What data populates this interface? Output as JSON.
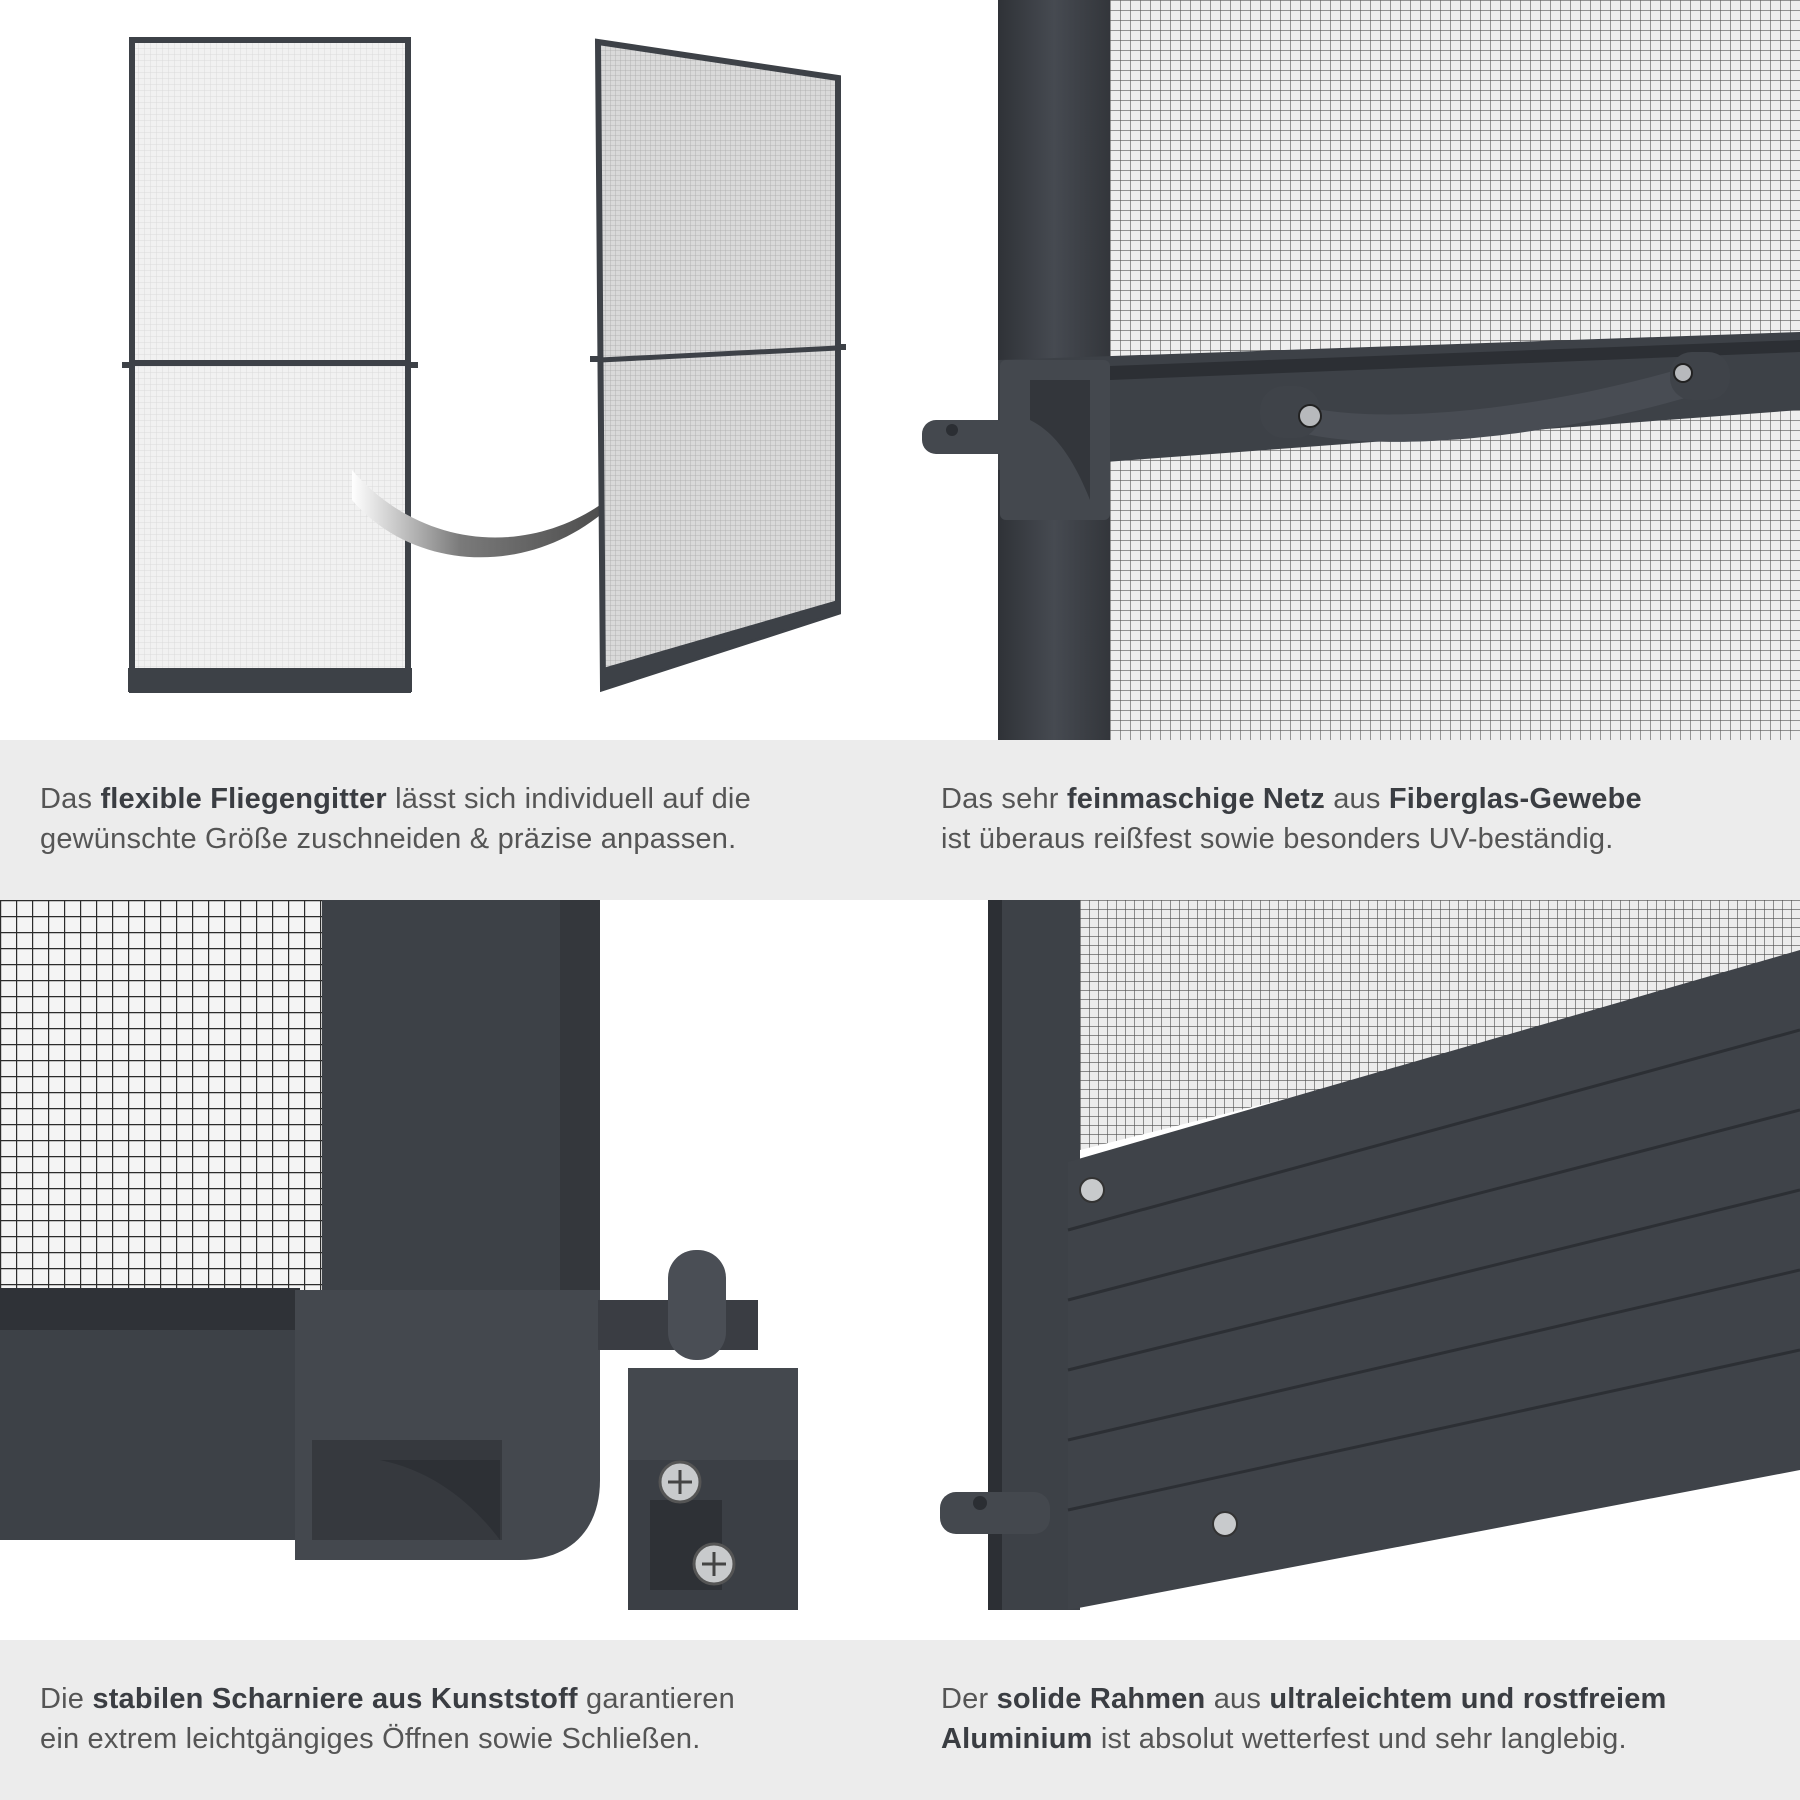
{
  "colors": {
    "frame": "#3d4147",
    "frame_dark": "#2f3237",
    "mesh": "#bfc2c6",
    "caption_band": "#ececec",
    "caption_text": "#555555",
    "caption_bold": "#3a3d42"
  },
  "captions": [
    {
      "id": "mesh-cut",
      "lines": [
        [
          {
            "t": "Das ",
            "b": false
          },
          {
            "t": "flexible Fliegengitter",
            "b": true
          },
          {
            "t": " lässt sich individuell auf die",
            "b": false
          }
        ],
        [
          {
            "t": "gewünschte Größe zuschneiden & präzise anpassen.",
            "b": false
          }
        ]
      ]
    },
    {
      "id": "fine-mesh",
      "lines": [
        [
          {
            "t": "Das sehr ",
            "b": false
          },
          {
            "t": "feinmaschige Netz",
            "b": true
          },
          {
            "t": " aus ",
            "b": false
          },
          {
            "t": "Fiberglas-Gewebe",
            "b": true
          }
        ],
        [
          {
            "t": "ist überaus reißfest sowie besonders UV-beständig.",
            "b": false
          }
        ]
      ]
    },
    {
      "id": "hinges",
      "lines": [
        [
          {
            "t": "Die ",
            "b": false
          },
          {
            "t": "stabilen Scharniere aus Kunststoff",
            "b": true
          },
          {
            "t": " garantieren",
            "b": false
          }
        ],
        [
          {
            "t": "ein extrem leichtgängiges Öffnen sowie Schließen.",
            "b": false
          }
        ]
      ]
    },
    {
      "id": "frame",
      "lines": [
        [
          {
            "t": "Der ",
            "b": false
          },
          {
            "t": "solide Rahmen",
            "b": true
          },
          {
            "t": " aus ",
            "b": false
          },
          {
            "t": "ultraleichtem und rostfreiem",
            "b": true
          }
        ],
        [
          {
            "t": "Aluminium",
            "b": true
          },
          {
            "t": " ist absolut wetterfest und sehr langlebig.",
            "b": false
          }
        ]
      ]
    }
  ]
}
